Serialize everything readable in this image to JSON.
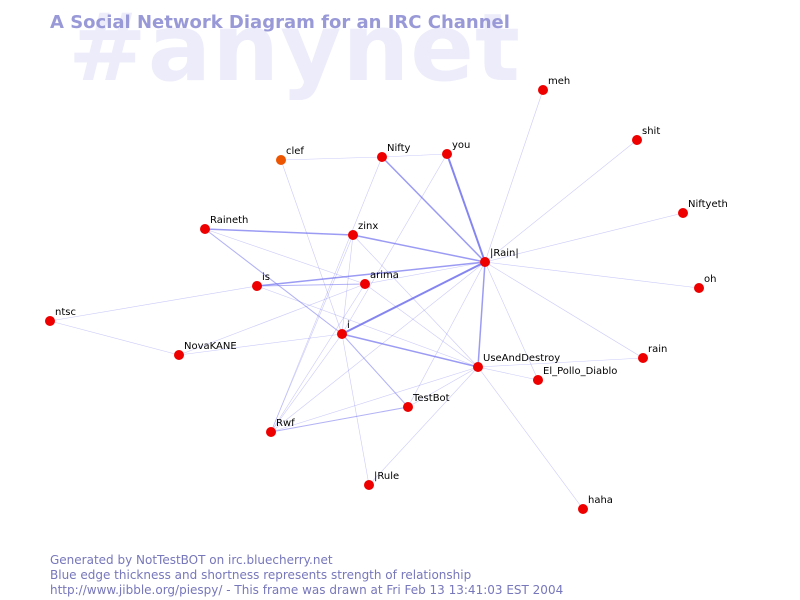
{
  "diagram": {
    "title": "A Social Network Diagram for an IRC Channel",
    "channel": "#anynet",
    "footer_lines": [
      "Generated by NotTestBOT on irc.bluecherry.net",
      "Blue edge thickness and shortness represents strength of relationship",
      "http://www.jibble.org/piespy/ - This frame was drawn at Fri Feb 13 13:41:03 EST 2004"
    ],
    "colors": {
      "node": "#ee0000",
      "node_highlight": "#ee5500",
      "edge": "#6666ee",
      "title": "#9999d8",
      "watermark": "#ececfb",
      "footer": "#7777bb"
    },
    "nodes": [
      {
        "id": "meh",
        "label": "meh"
      },
      {
        "id": "shit",
        "label": "shit"
      },
      {
        "id": "clef",
        "label": "clef",
        "highlight": true
      },
      {
        "id": "nifty",
        "label": "Nifty"
      },
      {
        "id": "you",
        "label": "you"
      },
      {
        "id": "niftyeth",
        "label": "Niftyeth"
      },
      {
        "id": "raineth",
        "label": "Raineth"
      },
      {
        "id": "zinx",
        "label": "zinx"
      },
      {
        "id": "rain_pipe",
        "label": "|Rain|"
      },
      {
        "id": "oh",
        "label": "oh"
      },
      {
        "id": "is",
        "label": "is"
      },
      {
        "id": "arima",
        "label": "arima"
      },
      {
        "id": "ntsc",
        "label": "ntsc"
      },
      {
        "id": "i",
        "label": "i"
      },
      {
        "id": "novakane",
        "label": "NovaKANE"
      },
      {
        "id": "useanddestroy",
        "label": "UseAndDestroy"
      },
      {
        "id": "rain",
        "label": "rain"
      },
      {
        "id": "el_pollo_diablo",
        "label": "El_Pollo_Diablo"
      },
      {
        "id": "testbot",
        "label": "TestBot"
      },
      {
        "id": "rwf",
        "label": "Rwf"
      },
      {
        "id": "irule",
        "label": "|Rule"
      },
      {
        "id": "haha",
        "label": "haha"
      }
    ],
    "edges": [
      {
        "source": "rain_pipe",
        "target": "meh",
        "weight": 1
      },
      {
        "source": "rain_pipe",
        "target": "shit",
        "weight": 1
      },
      {
        "source": "rain_pipe",
        "target": "niftyeth",
        "weight": 1
      },
      {
        "source": "rain_pipe",
        "target": "oh",
        "weight": 1
      },
      {
        "source": "rain_pipe",
        "target": "you",
        "weight": 2.5
      },
      {
        "source": "rain_pipe",
        "target": "nifty",
        "weight": 2
      },
      {
        "source": "rain_pipe",
        "target": "zinx",
        "weight": 2
      },
      {
        "source": "rain_pipe",
        "target": "i",
        "weight": 2.5
      },
      {
        "source": "rain_pipe",
        "target": "useanddestroy",
        "weight": 2
      },
      {
        "source": "rain_pipe",
        "target": "el_pollo_diablo",
        "weight": 1
      },
      {
        "source": "rain_pipe",
        "target": "testbot",
        "weight": 1
      },
      {
        "source": "rain_pipe",
        "target": "is",
        "weight": 2
      },
      {
        "source": "rain_pipe",
        "target": "arima",
        "weight": 1
      },
      {
        "source": "rain_pipe",
        "target": "rwf",
        "weight": 1
      },
      {
        "source": "rain_pipe",
        "target": "rain",
        "weight": 1
      },
      {
        "source": "clef",
        "target": "nifty",
        "weight": 1
      },
      {
        "source": "clef",
        "target": "i",
        "weight": 1
      },
      {
        "source": "nifty",
        "target": "you",
        "weight": 1
      },
      {
        "source": "nifty",
        "target": "rwf",
        "weight": 1
      },
      {
        "source": "you",
        "target": "i",
        "weight": 1
      },
      {
        "source": "raineth",
        "target": "zinx",
        "weight": 2
      },
      {
        "source": "raineth",
        "target": "i",
        "weight": 1.5
      },
      {
        "source": "raineth",
        "target": "arima",
        "weight": 1
      },
      {
        "source": "zinx",
        "target": "i",
        "weight": 1
      },
      {
        "source": "zinx",
        "target": "useanddestroy",
        "weight": 1
      },
      {
        "source": "zinx",
        "target": "rwf",
        "weight": 1
      },
      {
        "source": "is",
        "target": "arima",
        "weight": 1.5
      },
      {
        "source": "is",
        "target": "ntsc",
        "weight": 1
      },
      {
        "source": "is",
        "target": "useanddestroy",
        "weight": 1
      },
      {
        "source": "arima",
        "target": "useanddestroy",
        "weight": 1
      },
      {
        "source": "arima",
        "target": "rwf",
        "weight": 1
      },
      {
        "source": "arima",
        "target": "novakane",
        "weight": 1
      },
      {
        "source": "ntsc",
        "target": "novakane",
        "weight": 1
      },
      {
        "source": "novakane",
        "target": "i",
        "weight": 1
      },
      {
        "source": "i",
        "target": "useanddestroy",
        "weight": 2
      },
      {
        "source": "i",
        "target": "testbot",
        "weight": 1.5
      },
      {
        "source": "i",
        "target": "irule",
        "weight": 1
      },
      {
        "source": "i",
        "target": "rwf",
        "weight": 1
      },
      {
        "source": "useanddestroy",
        "target": "rain",
        "weight": 1
      },
      {
        "source": "useanddestroy",
        "target": "el_pollo_diablo",
        "weight": 1
      },
      {
        "source": "useanddestroy",
        "target": "testbot",
        "weight": 1
      },
      {
        "source": "useanddestroy",
        "target": "haha",
        "weight": 1
      },
      {
        "source": "useanddestroy",
        "target": "irule",
        "weight": 1
      },
      {
        "source": "useanddestroy",
        "target": "rwf",
        "weight": 1
      },
      {
        "source": "testbot",
        "target": "rwf",
        "weight": 1.5
      }
    ]
  }
}
